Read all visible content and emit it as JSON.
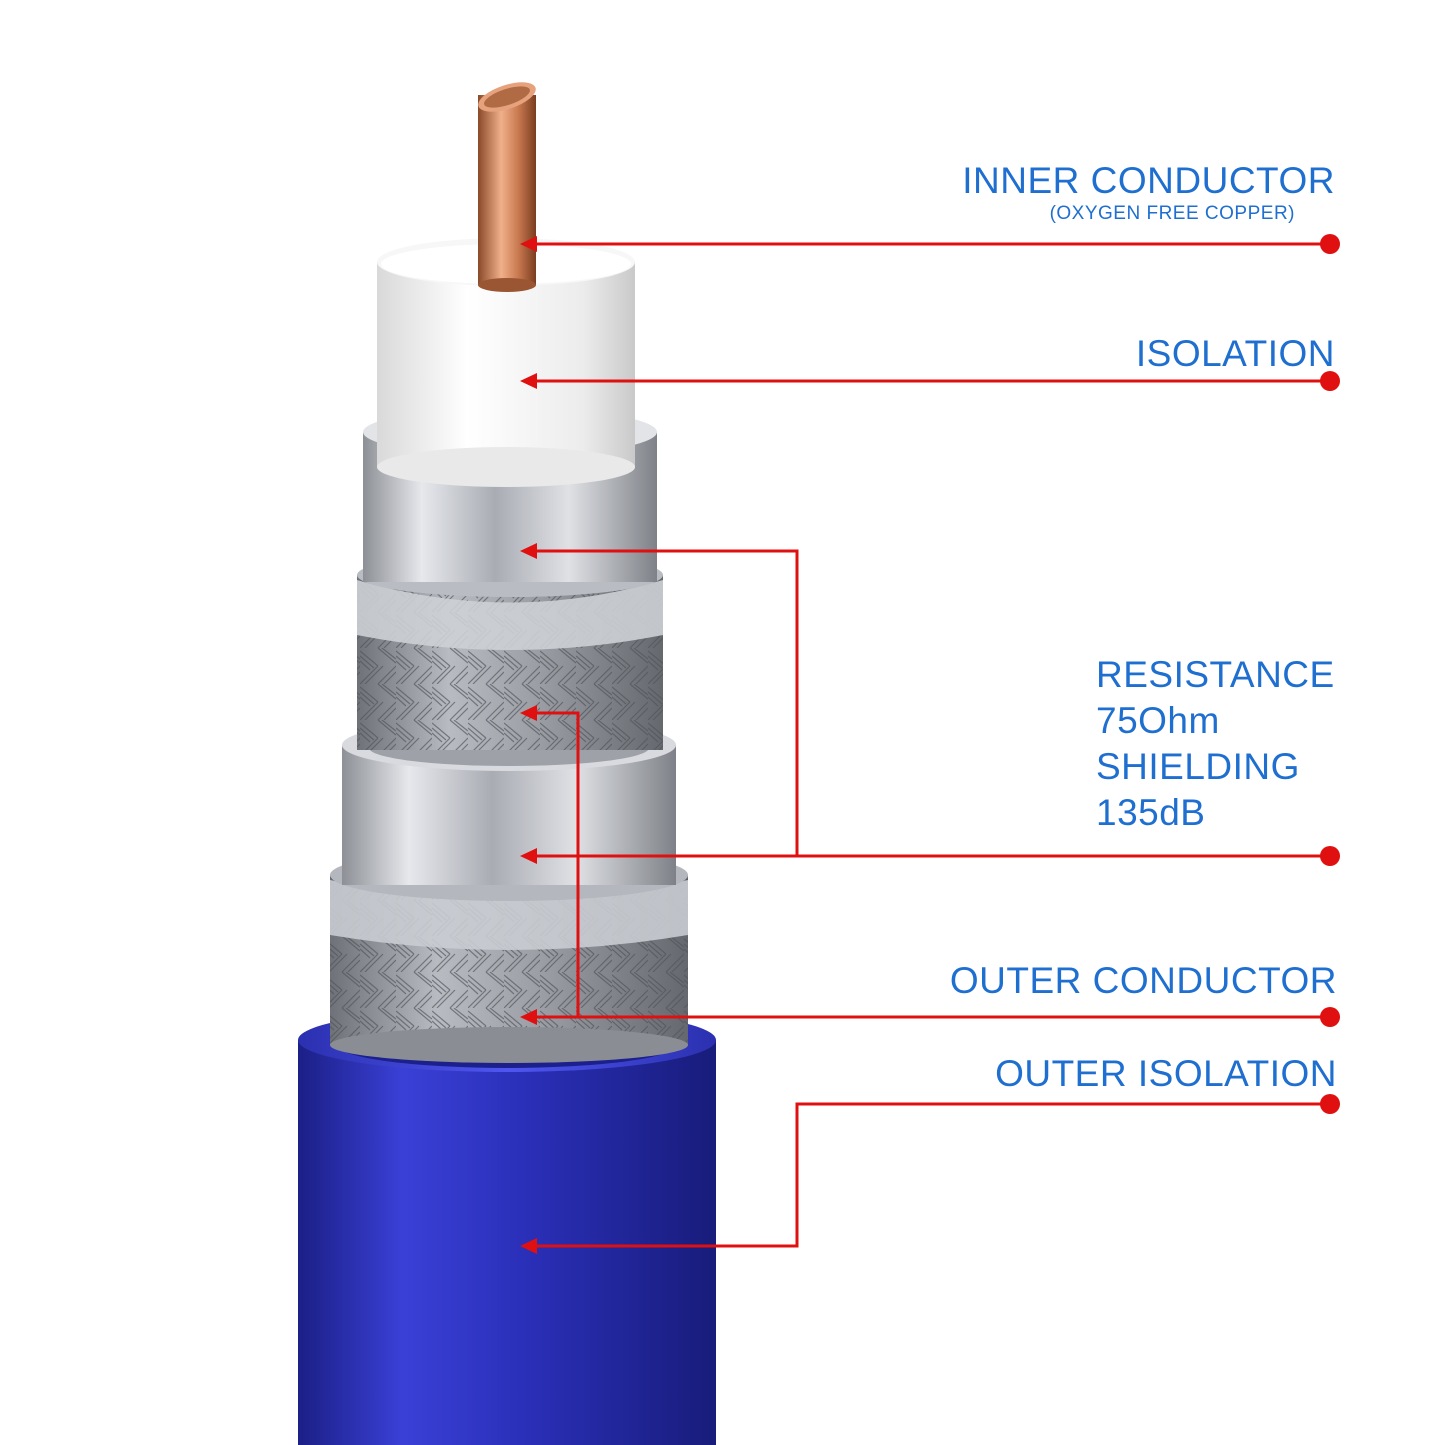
{
  "colors": {
    "label_text": "#1f6fd0",
    "leader_line": "#e01010",
    "copper": "#c8784f",
    "jacket": "#2a2fb8",
    "foil": "#b9bcc2",
    "dielectric": "#f4f4f4"
  },
  "labels": {
    "inner_conductor": "INNER CONDUCTOR",
    "inner_conductor_note": "(OXYGEN FREE COPPER)",
    "isolation": "ISOLATION",
    "resistance": "RESISTANCE",
    "resistance_value": "75Ohm",
    "shielding": "SHIELDING",
    "shielding_value": "135dB",
    "outer_conductor": "OUTER CONDUCTOR",
    "outer_isolation": "OUTER ISOLATION"
  },
  "icons": {
    "leader_dot": "red-dot-icon",
    "leader_arrow": "red-arrow-icon"
  }
}
